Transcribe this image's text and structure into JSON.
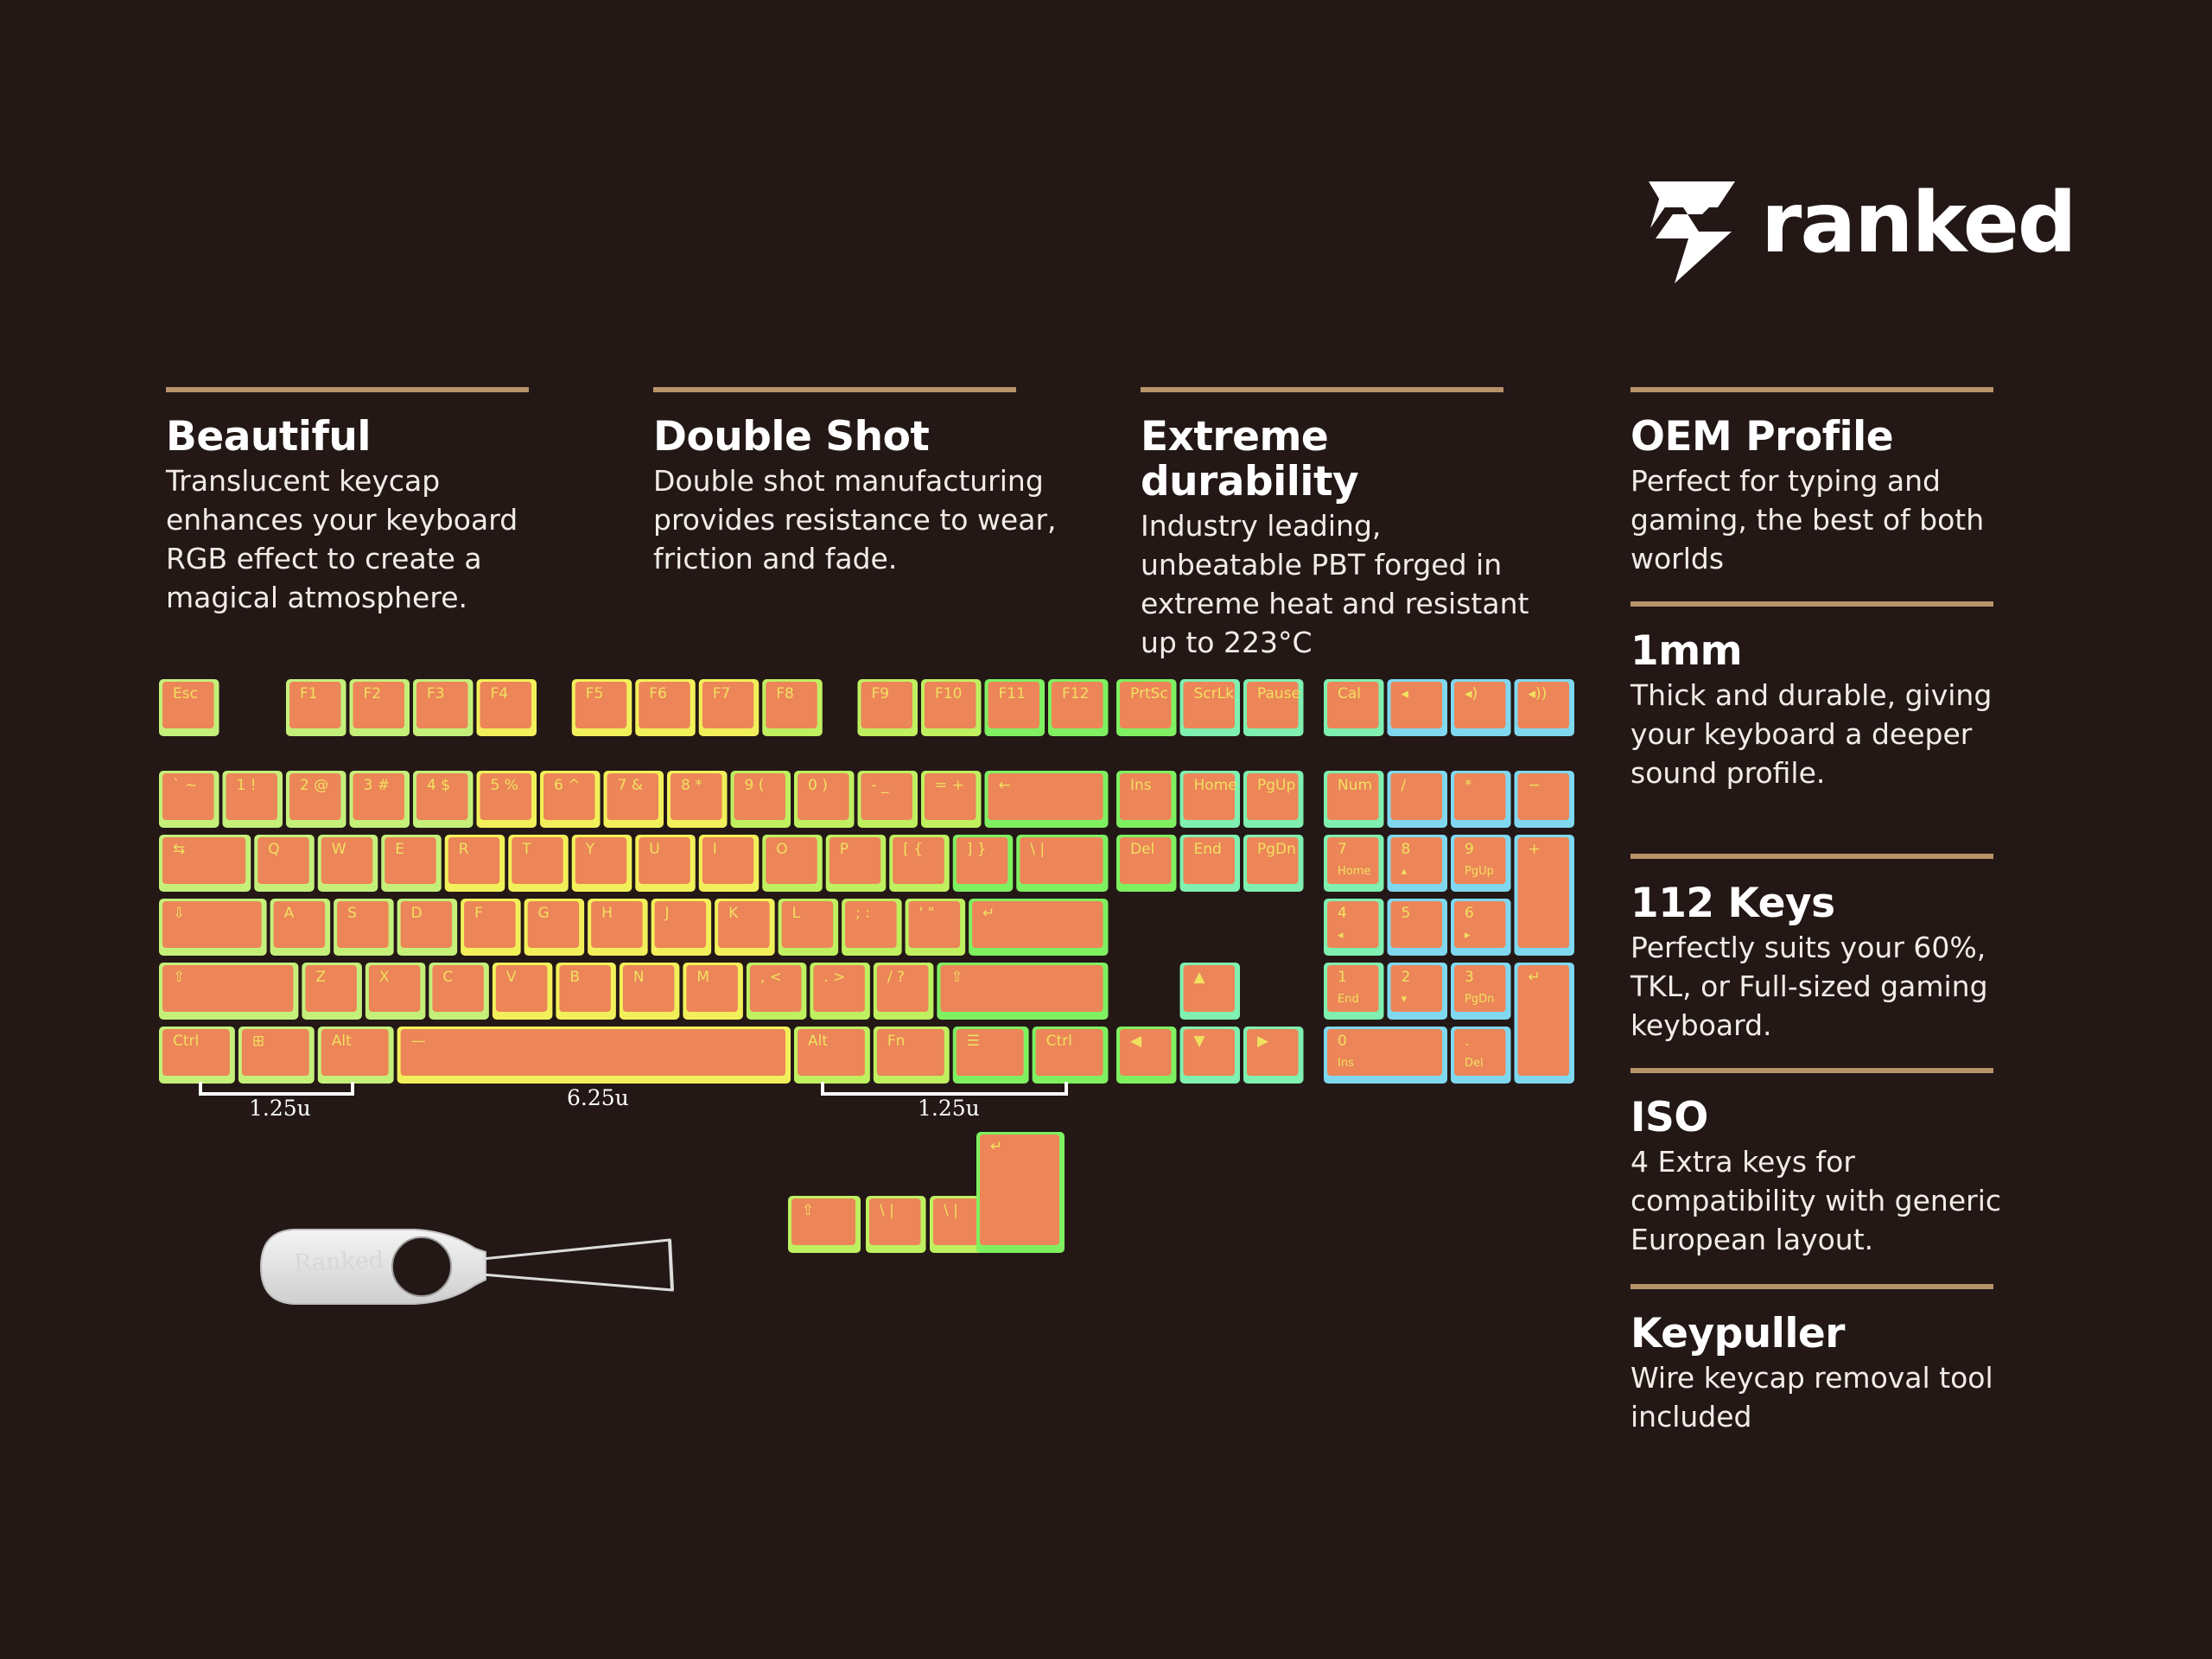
{
  "brand": {
    "name": "ranked"
  },
  "features": [
    {
      "title": "Beautiful",
      "text": "Translucent keycap enhances your keyboard RGB effect to create a magical atmosphere."
    },
    {
      "title": "Double Shot",
      "text": "Double shot manufacturing provides resistance to wear, friction and fade."
    },
    {
      "title": "Extreme durability",
      "text": "Industry leading, unbeatable PBT forged in extreme heat and resistant up to 223°C"
    },
    {
      "title": "OEM Profile",
      "text": "Perfect for typing and gaming, the best of both worlds"
    },
    {
      "title": "1mm",
      "text": "Thick and durable, giving your keyboard a deeper sound profile."
    },
    {
      "title": "112 Keys",
      "text": "Perfectly suits your 60%, TKL, or Full-sized gaming keyboard."
    },
    {
      "title": "ISO",
      "text": "4 Extra keys for compatibility with generic European layout."
    },
    {
      "title": "Keypuller",
      "text": "Wire keycap removal tool included"
    }
  ],
  "dimensions": {
    "left_mod": "1.25u",
    "space": "6.25u",
    "right_mod": "1.25u"
  },
  "puller": {
    "label": "Ranked"
  },
  "colors": {
    "background": "#231816",
    "accent_bar": "#b8936a",
    "keycap": "#ec8558",
    "glow_cyan": "#7fe6d8",
    "glow_yellow": "#f2f05a",
    "glow_green": "#7ff060",
    "legend": "#f0e060"
  },
  "keyboard": {
    "rows": [
      [
        [
          "Esc",
          1
        ],
        [
          "",
          1
        ],
        [
          "F1",
          1
        ],
        [
          "F2",
          1
        ],
        [
          "F3",
          1
        ],
        [
          "F4",
          1
        ],
        [
          "",
          0.5
        ],
        [
          "F5",
          1
        ],
        [
          "F6",
          1
        ],
        [
          "F7",
          1
        ],
        [
          "F8",
          1
        ],
        [
          "",
          0.5
        ],
        [
          "F9",
          1
        ],
        [
          "F10",
          1
        ],
        [
          "F11",
          1
        ],
        [
          "F12",
          1
        ]
      ],
      [
        [
          "` ~",
          1
        ],
        [
          "1 !",
          1
        ],
        [
          "2 @",
          1
        ],
        [
          "3 #",
          1
        ],
        [
          "4 $",
          1
        ],
        [
          "5 %",
          1
        ],
        [
          "6 ^",
          1
        ],
        [
          "7 &",
          1
        ],
        [
          "8 *",
          1
        ],
        [
          "9 (",
          1
        ],
        [
          "0 )",
          1
        ],
        [
          "- _",
          1
        ],
        [
          "= +",
          1
        ],
        [
          "←",
          2
        ]
      ],
      [
        [
          "⇆",
          1.5
        ],
        [
          "Q",
          1
        ],
        [
          "W",
          1
        ],
        [
          "E",
          1
        ],
        [
          "R",
          1
        ],
        [
          "T",
          1
        ],
        [
          "Y",
          1
        ],
        [
          "U",
          1
        ],
        [
          "I",
          1
        ],
        [
          "O",
          1
        ],
        [
          "P",
          1
        ],
        [
          "[ {",
          1
        ],
        [
          "] }",
          1
        ],
        [
          "\\ |",
          1.5
        ]
      ],
      [
        [
          "⇩",
          1.75
        ],
        [
          "A",
          1
        ],
        [
          "S",
          1
        ],
        [
          "D",
          1
        ],
        [
          "F",
          1
        ],
        [
          "G",
          1
        ],
        [
          "H",
          1
        ],
        [
          "J",
          1
        ],
        [
          "K",
          1
        ],
        [
          "L",
          1
        ],
        [
          "; :",
          1
        ],
        [
          "' \"",
          1
        ],
        [
          "↵",
          2.25
        ]
      ],
      [
        [
          "⇧",
          2.25
        ],
        [
          "Z",
          1
        ],
        [
          "X",
          1
        ],
        [
          "C",
          1
        ],
        [
          "V",
          1
        ],
        [
          "B",
          1
        ],
        [
          "N",
          1
        ],
        [
          "M",
          1
        ],
        [
          ", <",
          1
        ],
        [
          ". >",
          1
        ],
        [
          "/ ?",
          1
        ],
        [
          "⇧",
          2.75
        ]
      ],
      [
        [
          "Ctrl",
          1.25
        ],
        [
          "⊞",
          1.25
        ],
        [
          "Alt",
          1.25
        ],
        [
          "—",
          6.25
        ],
        [
          "Alt",
          1.25
        ],
        [
          "Fn",
          1.25
        ],
        [
          "☰",
          1.25
        ],
        [
          "Ctrl",
          1.25
        ]
      ]
    ],
    "nav_top": [
      "PrtSc",
      "ScrLk",
      "Pause"
    ],
    "nav_rows": [
      [
        "Ins",
        "Home",
        "PgUp"
      ],
      [
        "Del",
        "End",
        "PgDn"
      ]
    ],
    "arrows": [
      "▲",
      "◀",
      "▼",
      "▶"
    ],
    "media": [
      "Cal",
      "◂",
      "◂)",
      "◂))"
    ],
    "numpad": [
      [
        "Num",
        "/",
        "*",
        "−"
      ],
      [
        "7\nHome",
        "8\n▴",
        "9\nPgUp",
        "+"
      ],
      [
        "4\n◂",
        "5\n",
        "6\n▸"
      ],
      [
        "1\nEnd",
        "2\n▾",
        "3\nPgDn",
        "↵"
      ],
      [
        "0\nIns",
        ". \nDel"
      ]
    ],
    "iso_extra": [
      "⇧",
      "\\ |",
      "\\ |",
      "↵"
    ]
  }
}
